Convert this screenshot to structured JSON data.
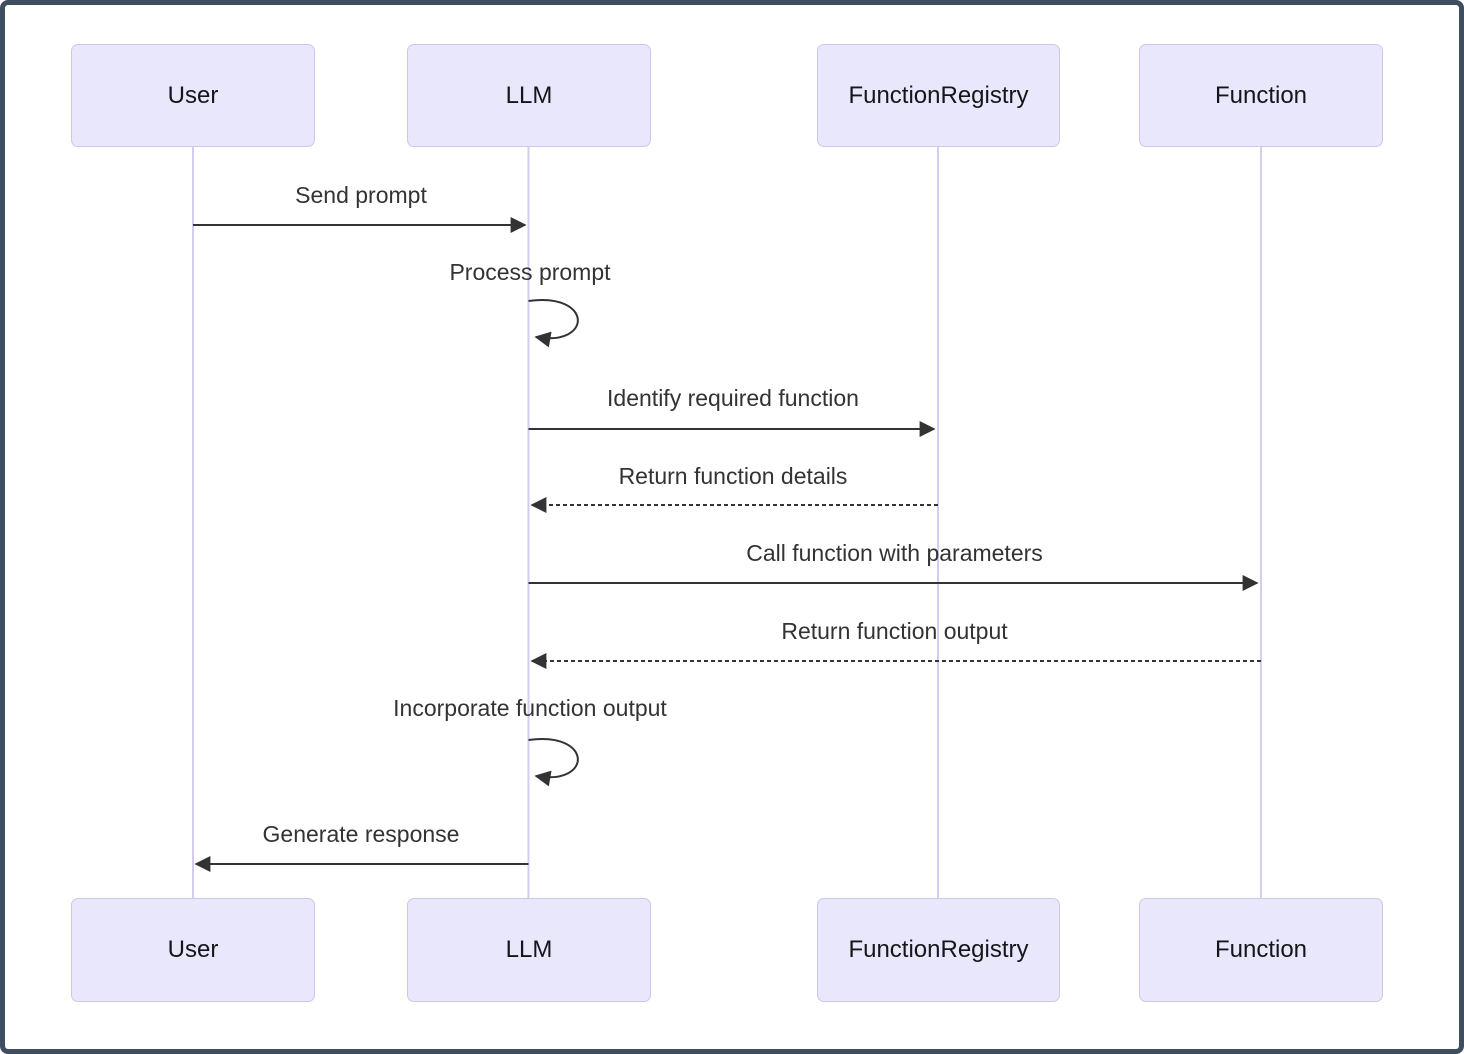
{
  "diagram": {
    "type": "sequence-diagram",
    "actors": [
      {
        "id": "user",
        "label": "User"
      },
      {
        "id": "llm",
        "label": "LLM"
      },
      {
        "id": "function-registry",
        "label": "FunctionRegistry"
      },
      {
        "id": "function",
        "label": "Function"
      }
    ],
    "messages": [
      {
        "from": "User",
        "to": "LLM",
        "label": "Send prompt",
        "style": "solid"
      },
      {
        "from": "LLM",
        "to": "LLM",
        "label": "Process prompt",
        "style": "self-loop"
      },
      {
        "from": "LLM",
        "to": "FunctionRegistry",
        "label": "Identify required function",
        "style": "solid"
      },
      {
        "from": "FunctionRegistry",
        "to": "LLM",
        "label": "Return function details",
        "style": "dashed"
      },
      {
        "from": "LLM",
        "to": "Function",
        "label": "Call function with parameters",
        "style": "solid"
      },
      {
        "from": "Function",
        "to": "LLM",
        "label": "Return function output",
        "style": "dashed"
      },
      {
        "from": "LLM",
        "to": "LLM",
        "label": "Incorporate function output",
        "style": "self-loop"
      },
      {
        "from": "LLM",
        "to": "User",
        "label": "Generate response",
        "style": "solid"
      }
    ],
    "colors": {
      "actor_fill": "#E9E7FB",
      "actor_border": "#CFC7EB",
      "actor_text": "#15151A",
      "lifeline": "#D6CDEE",
      "line": "#333333",
      "message_text": "#333333",
      "frame_border": "#3E4E60",
      "background": "#FFFFFF"
    }
  }
}
